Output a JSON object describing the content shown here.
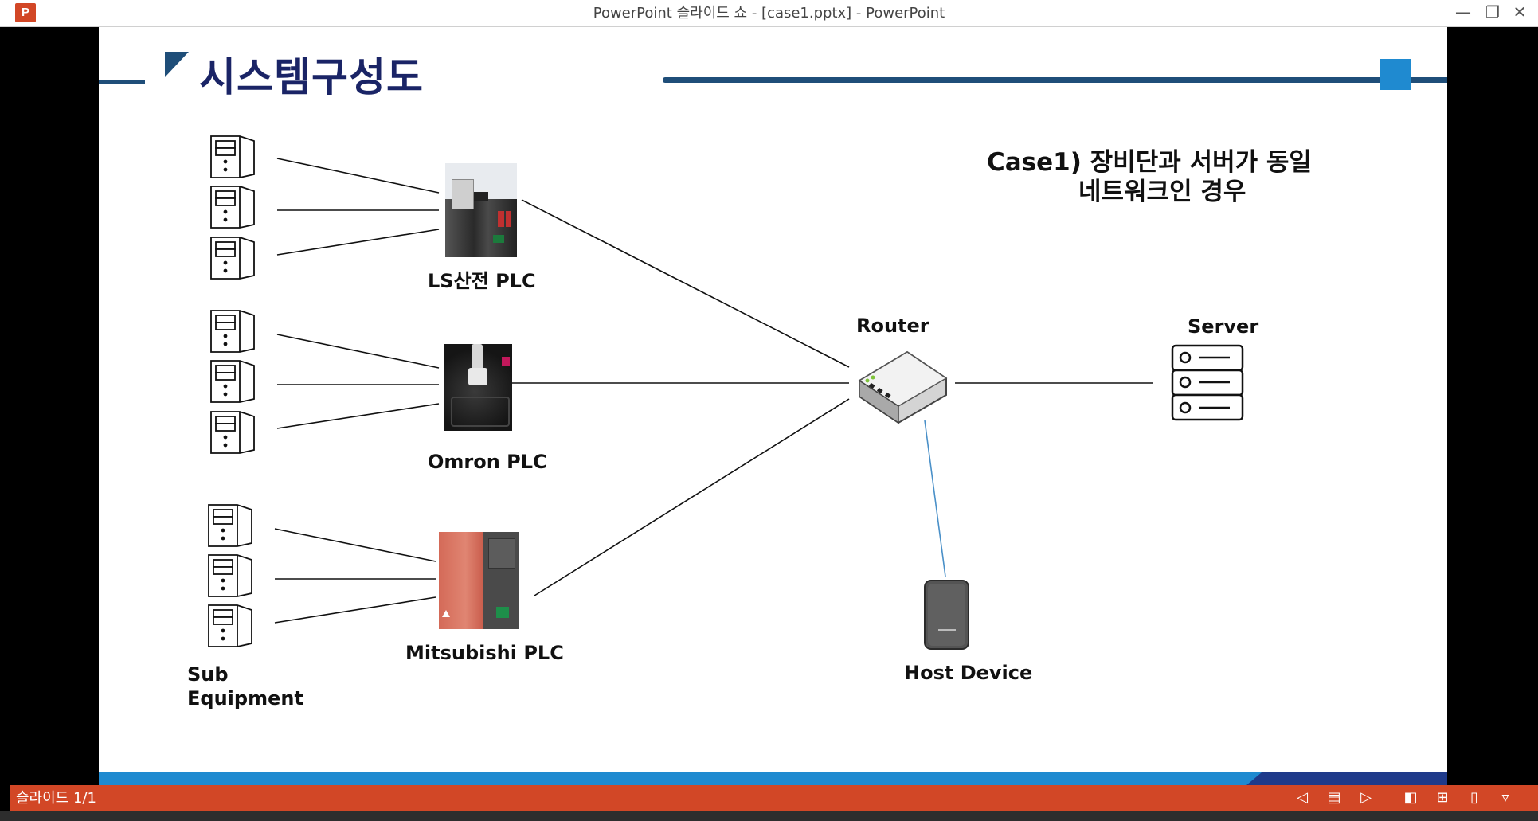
{
  "window": {
    "title": "PowerPoint 슬라이드 쇼 - [case1.pptx] - PowerPoint",
    "app_icon_text": "P",
    "minimize_glyph": "—",
    "restore_glyph": "❐",
    "close_glyph": "✕"
  },
  "slide": {
    "title": "시스템구성도",
    "case_line1": "Case1) 장비단과 서버가 동일",
    "case_line2": "네트워크인 경우",
    "labels": {
      "ls_plc": "LS산전 PLC",
      "omron_plc": "Omron PLC",
      "mitsubishi_plc": "Mitsubishi PLC",
      "router": "Router",
      "server": "Server",
      "host_device": "Host Device",
      "sub_equipment_line1": "Sub",
      "sub_equipment_line2": "Equipment"
    },
    "colors": {
      "title_text": "#1a2466",
      "accent_blue": "#1f8ad0",
      "navy_bar": "#1f4e79",
      "line_black": "#111111",
      "host_link_blue": "#4a90c8"
    }
  },
  "statusbar": {
    "slide_counter": "슬라이드 1/1",
    "background": "#d24726",
    "icons": [
      "previous-icon",
      "notes-icon",
      "next-icon",
      "normal-view-icon",
      "slide-sorter-icon",
      "reading-view-icon",
      "slideshow-icon"
    ]
  }
}
